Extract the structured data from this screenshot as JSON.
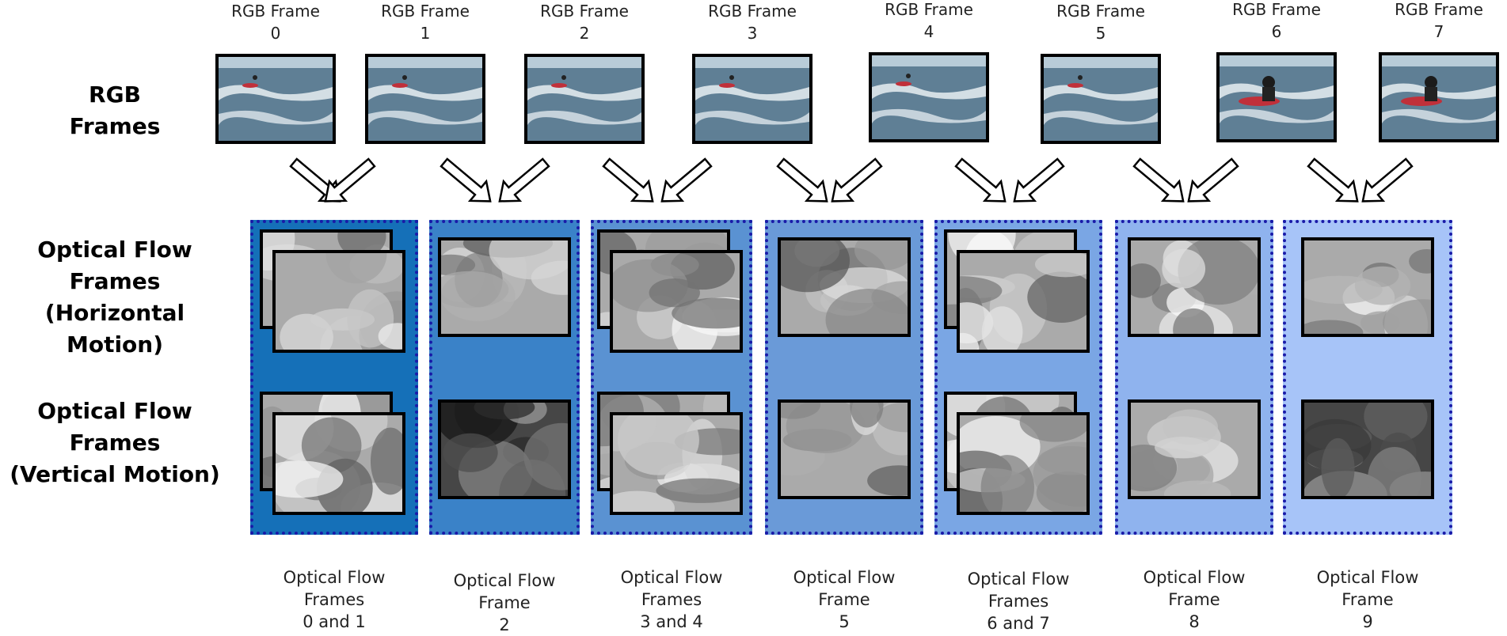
{
  "row_labels": {
    "rgb": "RGB Frames",
    "horizontal_line1": "Optical Flow Frames",
    "horizontal_line2": "(Horizontal Motion)",
    "vertical_line1": "Optical Flow Frames",
    "vertical_line2": "(Vertical Motion)"
  },
  "rgb_frames": [
    {
      "title": "RGB Frame",
      "index": "0"
    },
    {
      "title": "RGB Frame",
      "index": "1"
    },
    {
      "title": "RGB Frame",
      "index": "2"
    },
    {
      "title": "RGB Frame",
      "index": "3"
    },
    {
      "title": "RGB Frame",
      "index": "4"
    },
    {
      "title": "RGB Frame",
      "index": "5"
    },
    {
      "title": "RGB Frame",
      "index": "6"
    },
    {
      "title": "RGB Frame",
      "index": "7"
    }
  ],
  "flow_groups": [
    {
      "line1": "Optical Flow",
      "line2": "Frames",
      "line3": "0 and 1",
      "color": "#1570b8",
      "stacked": true
    },
    {
      "line1": "Optical Flow",
      "line2": "Frame",
      "line3": "2",
      "color": "#3a82c8",
      "stacked": false
    },
    {
      "line1": "Optical Flow",
      "line2": "Frames",
      "line3": "3 and 4",
      "color": "#5a92d2",
      "stacked": true
    },
    {
      "line1": "Optical Flow",
      "line2": "Frame",
      "line3": "5",
      "color": "#6a9ad8",
      "stacked": false
    },
    {
      "line1": "Optical Flow",
      "line2": "Frames",
      "line3": "6 and 7",
      "color": "#7aa6e4",
      "stacked": true
    },
    {
      "line1": "Optical Flow",
      "line2": "Frame",
      "line3": "8",
      "color": "#8fb3ee",
      "stacked": false
    },
    {
      "line1": "Optical Flow",
      "line2": "Frame",
      "line3": "9",
      "color": "#a7c4f8",
      "stacked": false
    }
  ],
  "colors": {
    "panel_border": "#1a1aa8",
    "sea": "#5f7f95",
    "sky": "#b8ccd8"
  }
}
